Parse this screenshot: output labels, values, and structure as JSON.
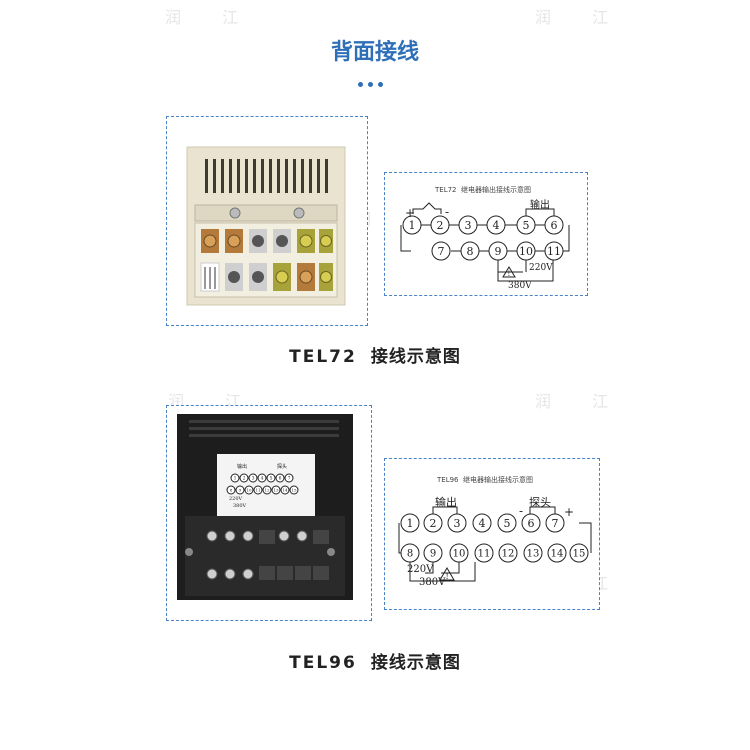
{
  "header": {
    "title": "背面接线",
    "accent_color": "#2f6fb8"
  },
  "watermarks": [
    "润 江",
    "润 江",
    "润 江",
    "润 江",
    "润 江",
    "润 江",
    "润 江",
    "润 江"
  ],
  "sections": [
    {
      "model": "TEL72",
      "caption_suffix": "接线示意图",
      "diagram": {
        "title_model": "TEL72",
        "title_text": "继电器输出接线示意图",
        "top_terminals": [
          "1",
          "2",
          "3",
          "4",
          "5",
          "6"
        ],
        "bottom_terminals": [
          "7",
          "8",
          "9",
          "10",
          "11"
        ],
        "output_label": "输出",
        "plus": "+",
        "minus": "-",
        "voltage_220": "220V",
        "voltage_380": "380V"
      }
    },
    {
      "model": "TEL96",
      "caption_suffix": "接线示意图",
      "diagram": {
        "title_model": "TEL96",
        "title_text": "继电器输出接线示意图",
        "top_terminals": [
          "1",
          "2",
          "3",
          "4",
          "5",
          "6",
          "7"
        ],
        "bottom_terminals": [
          "8",
          "9",
          "10",
          "11",
          "12",
          "13",
          "14",
          "15"
        ],
        "output_label": "输出",
        "probe_label": "探头",
        "plus": "+",
        "minus": "-",
        "voltage_220": "220V",
        "voltage_380": "380V"
      },
      "device_label": {
        "output_label": "输出",
        "probe_label": "探头",
        "top_terminals": [
          "1",
          "2",
          "3",
          "4",
          "5",
          "6",
          "7"
        ],
        "bottom_terminals": [
          "8",
          "9",
          "10",
          "11",
          "12",
          "13",
          "14",
          "15"
        ],
        "voltage_220": "220V",
        "voltage_380": "380V"
      }
    }
  ]
}
